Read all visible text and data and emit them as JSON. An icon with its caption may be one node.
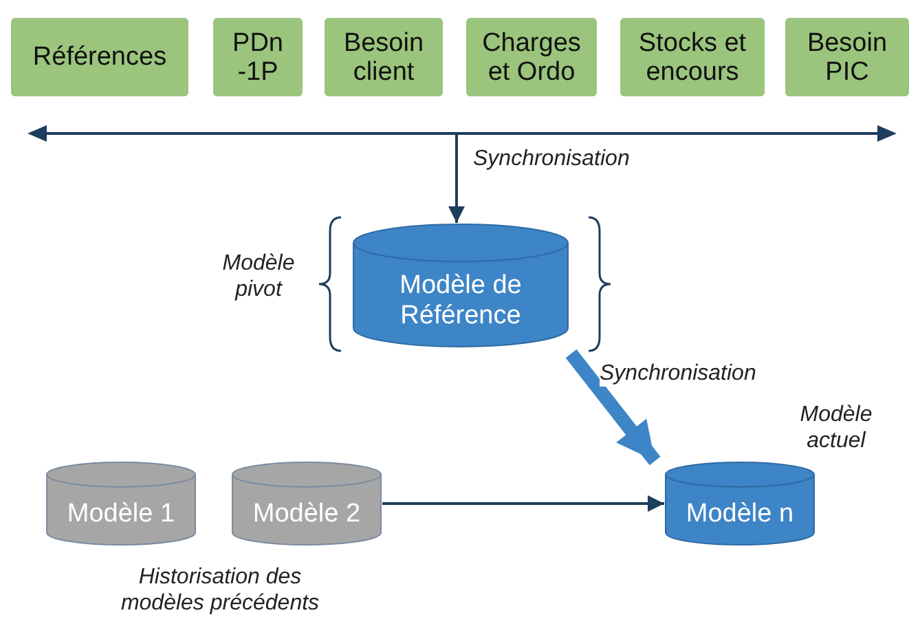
{
  "diagram": {
    "nodes": [
      {
        "text": [
          "Références"
        ]
      },
      {
        "text": [
          "PDn -1P"
        ]
      },
      {
        "text": [
          "Besoin client"
        ]
      },
      {
        "text": [
          "Charges et Ordo"
        ]
      },
      {
        "text": [
          "Stocks et encours"
        ]
      },
      {
        "text": [
          "Besoin PIC"
        ]
      },
      {
        "text": [
          "Modèle de Référence"
        ]
      },
      {
        "text": [
          "Modèle 1"
        ]
      },
      {
        "text": [
          "Modèle 2"
        ]
      },
      {
        "text": [
          "Modèle n"
        ],
        "beside": [
          "Modèle actuel"
        ]
      }
    ],
    "edges": [
      {
        "from": null,
        "to": 6,
        "arrow": "to",
        "label": "Synchronisation"
      },
      {
        "from": 6,
        "to": 9,
        "arrow": "to",
        "label": "Synchronisation",
        "style": "thick",
        "color": "#3d85c6"
      },
      {
        "from": 8,
        "to": 9,
        "arrow": "to"
      }
    ],
    "labels": [
      "Modèle pivot",
      "Historisation des modèles précédents"
    ]
  }
}
